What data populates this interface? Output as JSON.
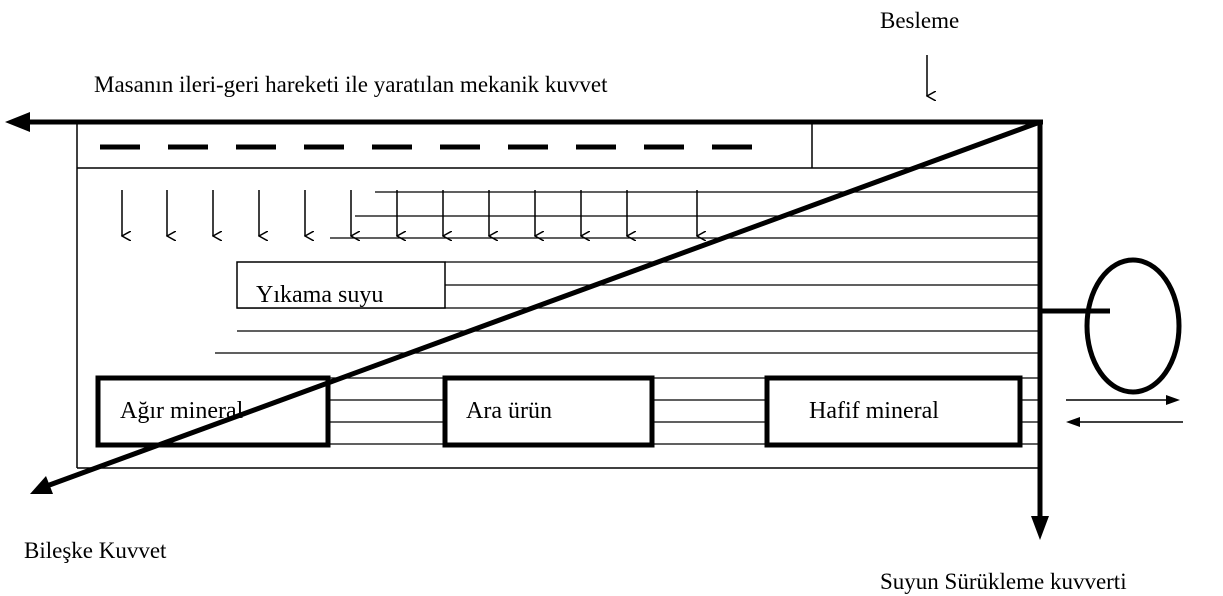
{
  "labels": {
    "besleme": "Besleme",
    "mechanical_force": "Masanın ileri-geri hareketi ile yaratılan mekanik kuvvet",
    "wash_water": "Yıkama suyu",
    "heavy_mineral": "Ağır mineral",
    "middlings": "Ara ürün",
    "light_mineral": "Hafif mineral",
    "resultant_force": "Bileşke Kuvvet",
    "water_drag_force": "Suyun Sürükleme kuvverti"
  }
}
